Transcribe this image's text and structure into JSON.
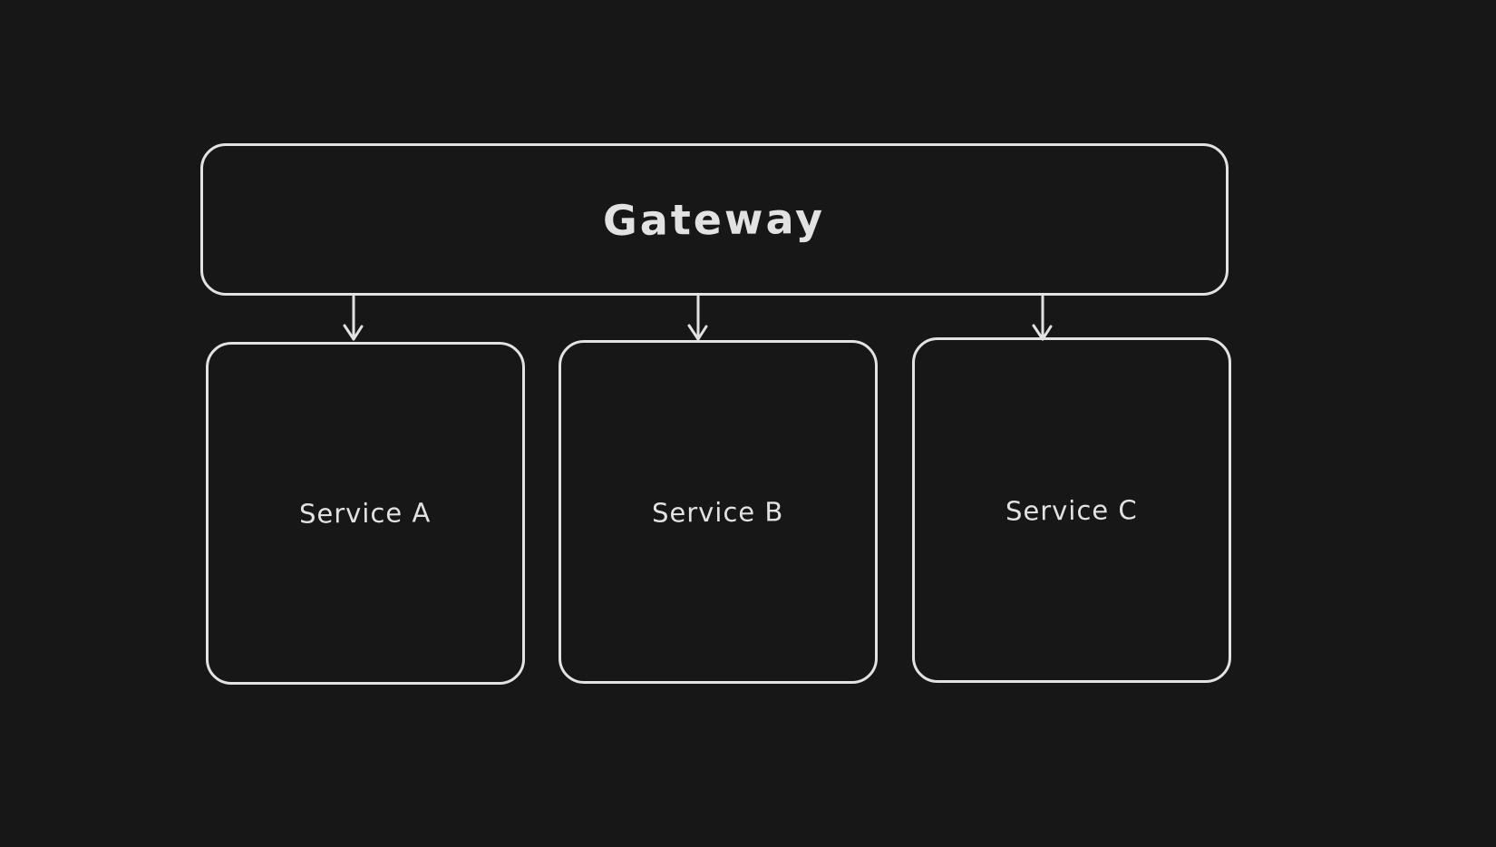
{
  "canvas": {
    "background_color": "#171717",
    "stroke_color": "#e2e2e2",
    "text_color": "#e2e2e2"
  },
  "diagram": {
    "type": "architecture-flow",
    "gateway": {
      "label": "Gateway"
    },
    "services": [
      {
        "label": "Service A"
      },
      {
        "label": "Service B"
      },
      {
        "label": "Service C"
      }
    ],
    "connections": [
      {
        "from": "Gateway",
        "to": "Service A",
        "style": "arrow-down"
      },
      {
        "from": "Gateway",
        "to": "Service B",
        "style": "arrow-down"
      },
      {
        "from": "Gateway",
        "to": "Service C",
        "style": "arrow-down"
      }
    ]
  }
}
